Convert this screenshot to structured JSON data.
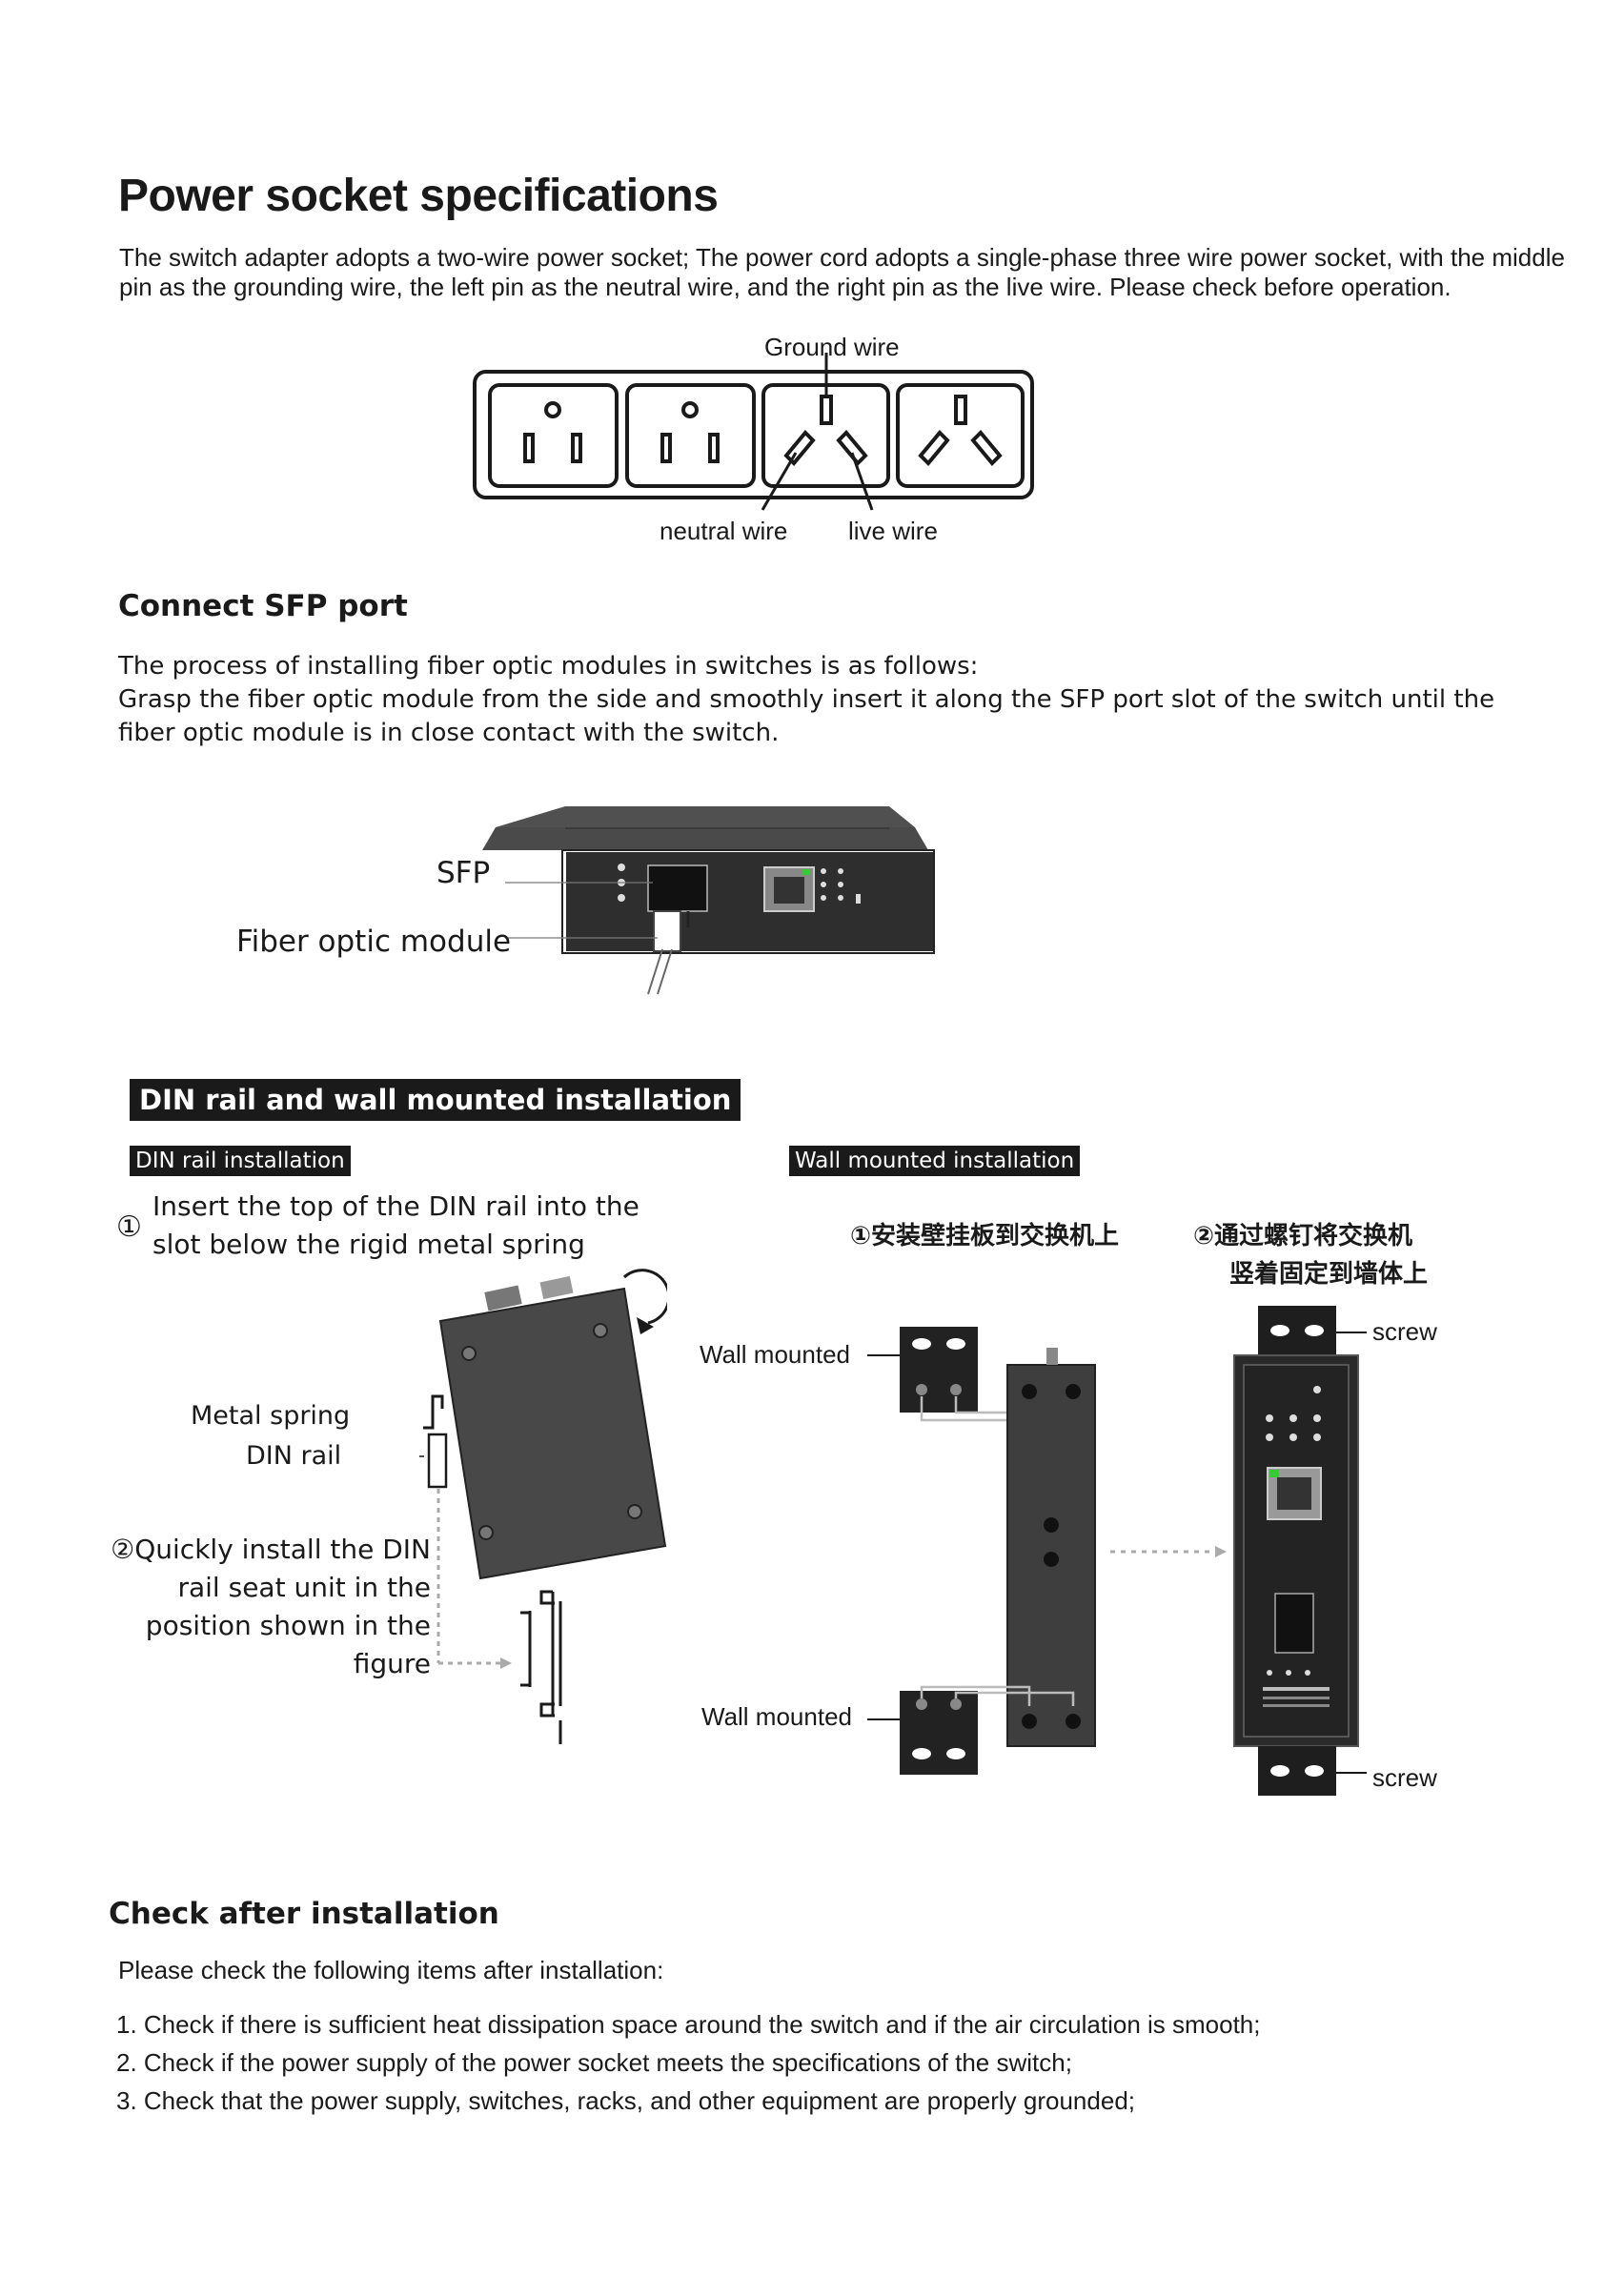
{
  "power": {
    "title": "Power socket specifications",
    "paragraph": "The switch adapter adopts a two-wire power socket; The power cord adopts a single-phase three wire power socket, with the middle pin as the grounding wire, the left pin as the neutral wire, and the right pin as the live wire. Please check before operation.",
    "label_ground": "Ground wire",
    "label_neutral": "neutral wire",
    "label_live": "live wire"
  },
  "sfp": {
    "title": "Connect SFP port",
    "paragraph_line1": "The process of installing fiber optic modules in switches is as follows:",
    "paragraph_line2": "Grasp the fiber optic module from the side and smoothly insert it along the SFP port slot of the switch until the fiber optic module is in close contact with the switch.",
    "label_sfp": "SFP",
    "label_module": "Fiber optic module"
  },
  "din": {
    "banner": "DIN rail and wall mounted installation",
    "sub_din": "DIN rail installation",
    "sub_wall": "Wall mounted installation",
    "step1_num": "①",
    "step1_text": "Insert the top of the DIN rail into the slot below the rigid metal spring",
    "label_spring": "Metal spring",
    "label_rail": "DIN rail",
    "step2_text": "②Quickly install the DIN rail seat unit in the position shown in the figure",
    "wall_step1": "①安装壁挂板到交换机上",
    "wall_step2_line1": "②通过螺钉将交换机",
    "wall_step2_line2": "竖着固定到墙体上",
    "label_wall_top": "Wall mounted",
    "label_wall_bottom": "Wall mounted",
    "label_screw_top": "screw",
    "label_screw_bottom": "screw"
  },
  "check": {
    "title": "Check after installation",
    "intro": "Please check the following items after installation:",
    "items": [
      "1. Check if there is sufficient heat dissipation space around the switch and if the air circulation is smooth;",
      "2. Check if the power supply of the power socket meets the specifications of the switch;",
      "3. Check that the power supply, switches, racks, and other equipment are properly grounded;"
    ]
  }
}
